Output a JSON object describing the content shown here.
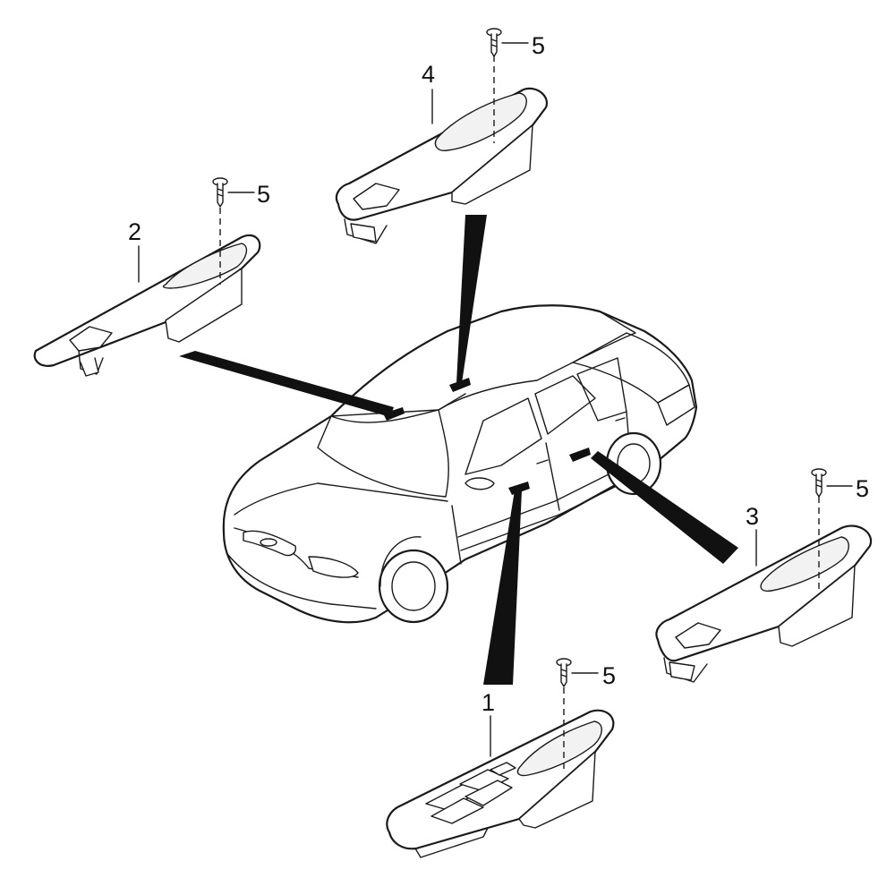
{
  "callouts": {
    "driver_switch": "1",
    "rear_left_switch": "2",
    "rear_right_switch": "3",
    "front_passenger_switch": "4",
    "screw": "5"
  }
}
